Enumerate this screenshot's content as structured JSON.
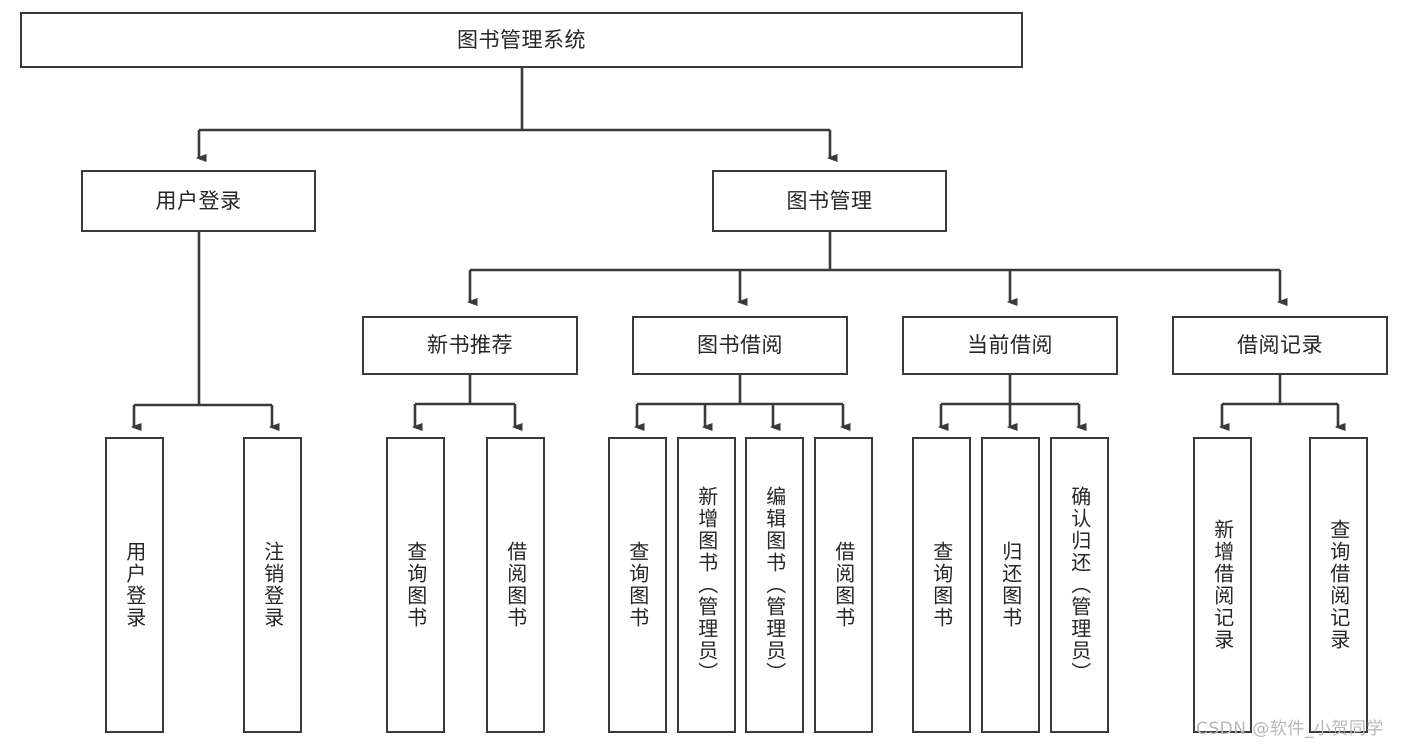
{
  "diagram": {
    "title": "图书管理系统",
    "type": "tree-hierarchy",
    "root": {
      "id": "root",
      "label": "图书管理系统"
    },
    "level2": [
      {
        "id": "user-login",
        "label": "用户登录"
      },
      {
        "id": "book-manage",
        "label": "图书管理"
      }
    ],
    "level3": [
      {
        "id": "new-book-recommend",
        "label": "新书推荐",
        "parent": "book-manage"
      },
      {
        "id": "book-borrow",
        "label": "图书借阅",
        "parent": "book-manage"
      },
      {
        "id": "current-borrow",
        "label": "当前借阅",
        "parent": "book-manage"
      },
      {
        "id": "borrow-record",
        "label": "借阅记录",
        "parent": "book-manage"
      }
    ],
    "leaves": [
      {
        "id": "leaf-user-login",
        "label": "用户登录",
        "parent": "user-login"
      },
      {
        "id": "leaf-logout-login",
        "label": "注销登录",
        "parent": "user-login"
      },
      {
        "id": "leaf-query-book-1",
        "label": "查询图书",
        "parent": "new-book-recommend"
      },
      {
        "id": "leaf-borrow-book-1",
        "label": "借阅图书",
        "parent": "new-book-recommend"
      },
      {
        "id": "leaf-query-book-2",
        "label": "查询图书",
        "parent": "book-borrow"
      },
      {
        "id": "leaf-add-book",
        "label": "新增图书（管理员）",
        "parent": "book-borrow"
      },
      {
        "id": "leaf-edit-book",
        "label": "编辑图书（管理员）",
        "parent": "book-borrow"
      },
      {
        "id": "leaf-borrow-book-2",
        "label": "借阅图书",
        "parent": "book-borrow"
      },
      {
        "id": "leaf-query-book-3",
        "label": "查询图书",
        "parent": "current-borrow"
      },
      {
        "id": "leaf-return-book",
        "label": "归还图书",
        "parent": "current-borrow"
      },
      {
        "id": "leaf-confirm-return",
        "label": "确认归还（管理员）",
        "parent": "current-borrow"
      },
      {
        "id": "leaf-add-record",
        "label": "新增借阅记录",
        "parent": "borrow-record"
      },
      {
        "id": "leaf-query-record",
        "label": "查询借阅记录",
        "parent": "borrow-record"
      }
    ],
    "colors": {
      "stroke": "#3a3a3a",
      "text": "#262626",
      "background": "#ffffff",
      "watermark": "#b8b8b8"
    }
  },
  "watermark": {
    "text": "CSDN @软件_小贺同学"
  }
}
